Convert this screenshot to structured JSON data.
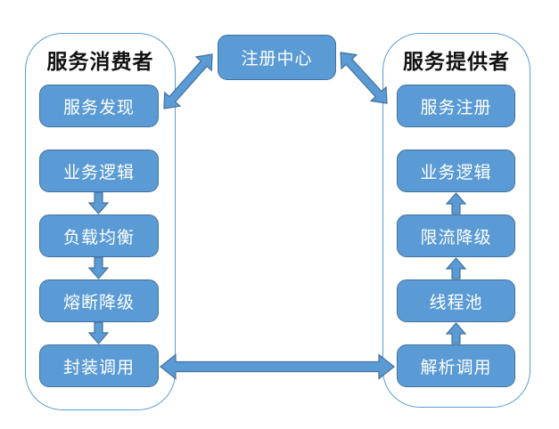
{
  "diagram": {
    "registry": {
      "label": "注册中心"
    },
    "consumer": {
      "title": "服务消费者",
      "boxes": [
        "服务发现",
        "业务逻辑",
        "负载均衡",
        "熔断降级",
        "封装调用"
      ]
    },
    "provider": {
      "title": "服务提供者",
      "boxes": [
        "服务注册",
        "业务逻辑",
        "限流降级",
        "线程池",
        "解析调用"
      ]
    },
    "colors": {
      "shape_fill": "#5B9BD5",
      "shape_border": "#41719C",
      "container_border": "#5B9BD5",
      "shape_text": "#FFFFFF",
      "title_text": "#111111",
      "background": "#FFFFFF"
    }
  }
}
